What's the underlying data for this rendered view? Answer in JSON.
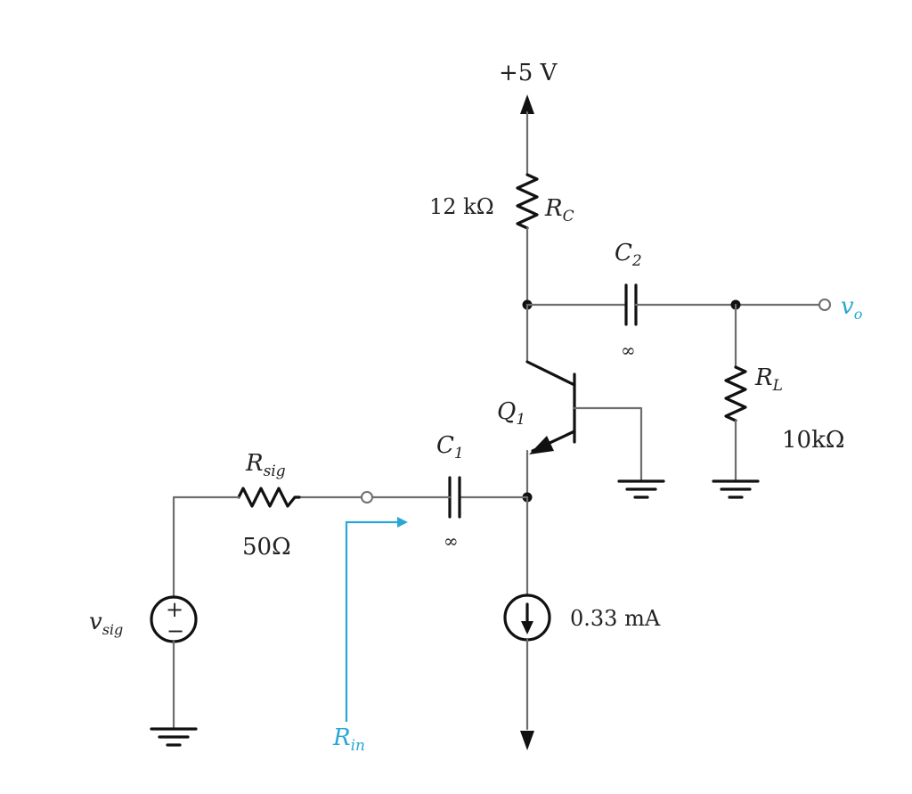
{
  "colors": {
    "wire": "#6e6e6e",
    "component": "#111111",
    "accent": "#2aa7d6"
  },
  "labels": {
    "supply": "+5 V",
    "rc_value": "12 kΩ",
    "rc_name": "R",
    "rc_sub": "C",
    "c2_name": "C",
    "c2_sub": "2",
    "c2_value": "∞",
    "vo_name": "v",
    "vo_sub": "o",
    "rl_name": "R",
    "rl_sub": "L",
    "rl_value": "10kΩ",
    "q1_name": "Q",
    "q1_sub": "1",
    "c1_name": "C",
    "c1_sub": "1",
    "c1_value": "∞",
    "rsig_name": "R",
    "rsig_sub": "sig",
    "rsig_value": "50Ω",
    "vsig_name": "v",
    "vsig_sub": "sig",
    "vsig_plus": "+",
    "vsig_minus": "−",
    "is_value": "0.33 mA",
    "rin_name": "R",
    "rin_sub": "in"
  }
}
